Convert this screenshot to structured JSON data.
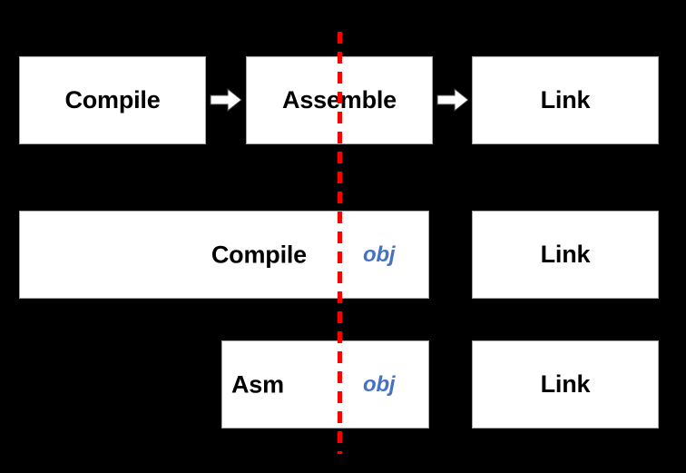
{
  "diagram": {
    "title": "Compile / Assemble / Link toolchain pipeline",
    "background_color": "#000000",
    "box_fill_color": "#ffffff",
    "box_border_color": "#a6a6a6",
    "text_color": "#000000",
    "obj_text_color": "#4472c4",
    "divider_color": "#ff0000",
    "divider": {
      "name": "red-dashed-divider",
      "style": "dashed",
      "orientation": "vertical"
    },
    "rows": [
      {
        "id": "row-separate-stages",
        "boxes": [
          {
            "id": "box-compile-1",
            "label": "Compile"
          },
          {
            "id": "box-assemble",
            "label": "Assemble"
          },
          {
            "id": "box-link-1",
            "label": "Link"
          }
        ],
        "arrows": [
          {
            "id": "arrow-1",
            "glyph": "right-arrow"
          },
          {
            "id": "arrow-2",
            "glyph": "right-arrow"
          }
        ]
      },
      {
        "id": "row-compile-direct-to-obj",
        "boxes": [
          {
            "id": "box-compile-2",
            "label": "Compile",
            "annotation": "obj"
          },
          {
            "id": "box-link-2",
            "label": "Link"
          }
        ]
      },
      {
        "id": "row-asm-to-obj",
        "boxes": [
          {
            "id": "box-asm",
            "label": "Asm",
            "annotation": "obj"
          },
          {
            "id": "box-link-3",
            "label": "Link"
          }
        ]
      }
    ]
  }
}
